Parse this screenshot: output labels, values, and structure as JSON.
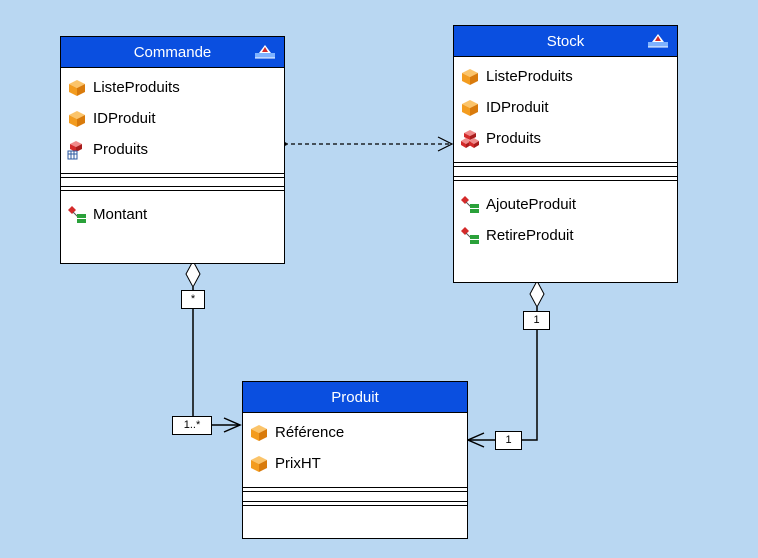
{
  "classes": {
    "commande": {
      "name": "Commande",
      "attributes": [
        {
          "label": "ListeProduits",
          "icon": "cube-attribute-icon"
        },
        {
          "label": "IDProduit",
          "icon": "cube-attribute-icon"
        },
        {
          "label": "Produits",
          "icon": "collection-attribute-icon"
        }
      ],
      "operations": [
        {
          "label": "Montant",
          "icon": "method-icon"
        }
      ]
    },
    "stock": {
      "name": "Stock",
      "attributes": [
        {
          "label": "ListeProduits",
          "icon": "cube-attribute-icon"
        },
        {
          "label": "IDProduit",
          "icon": "cube-attribute-icon"
        },
        {
          "label": "Produits",
          "icon": "cubes-attribute-icon"
        }
      ],
      "operations": [
        {
          "label": "AjouteProduit",
          "icon": "method-icon"
        },
        {
          "label": "RetireProduit",
          "icon": "method-icon"
        }
      ]
    },
    "produit": {
      "name": "Produit",
      "attributes": [
        {
          "label": "Référence",
          "icon": "cube-attribute-icon"
        },
        {
          "label": "PrixHT",
          "icon": "cube-attribute-icon"
        }
      ],
      "operations": []
    }
  },
  "multiplicities": {
    "commande_side": "*",
    "produit_from_commande": "1..*",
    "stock_side": "1",
    "produit_from_stock": "1"
  },
  "colors": {
    "background": "#b9d7f2",
    "header": "#0a4fe0",
    "attribute_icon": "#f39c1f",
    "method_icon_red": "#d42a2a",
    "method_icon_green": "#2aa13a"
  }
}
